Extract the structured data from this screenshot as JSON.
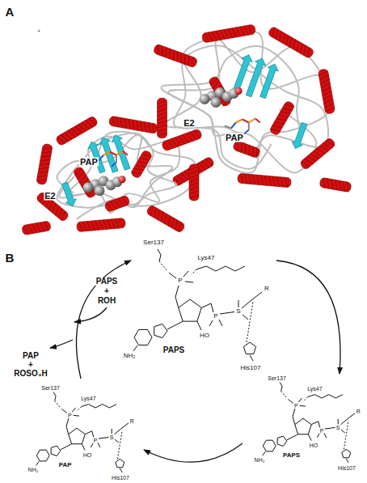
{
  "diagram": {
    "labels": [
      "A",
      "+",
      "E2",
      "PAP",
      "PAP",
      "E2",
      "B",
      "PAPS",
      "+",
      "ROH",
      "Ser137",
      "Lys47",
      "PAPS",
      "His107",
      "HO",
      "NH₂",
      "P",
      "P",
      "S",
      "R",
      "Ser137",
      "Lys47",
      "PAPS",
      "His107",
      "HO",
      "NH₂",
      "P",
      "P",
      "S",
      "R",
      "PAP",
      "+",
      "ROSO₃H",
      "Ser137",
      "Lys47",
      "PAP",
      "His107",
      "HO",
      "NH₂",
      "P",
      "P",
      "S",
      "R"
    ]
  }
}
